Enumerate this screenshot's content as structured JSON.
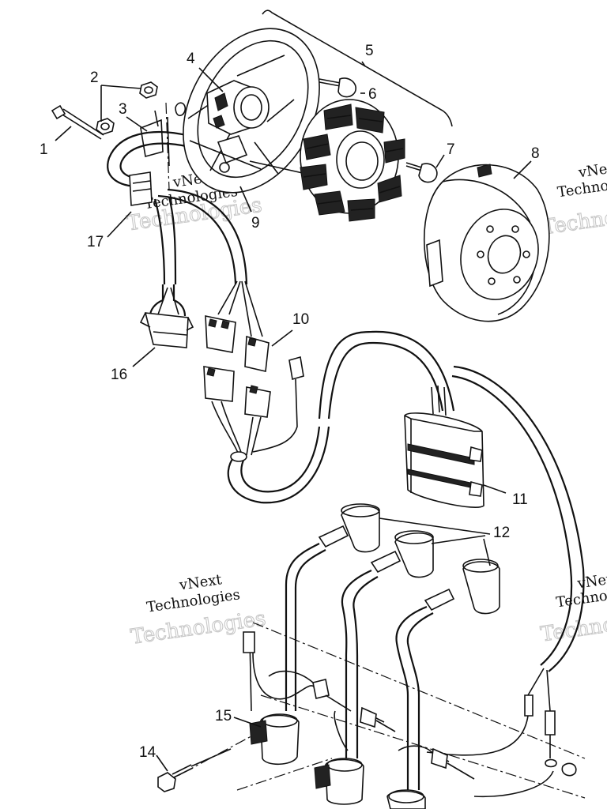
{
  "labels": {
    "l1": "1",
    "l2": "2",
    "l3": "3",
    "l4": "4",
    "l5": "5",
    "l6": "6",
    "l7": "7",
    "l8": "8",
    "l9": "9",
    "l10": "10",
    "l11": "11",
    "l12": "12",
    "l14": "14",
    "l15": "15",
    "l16": "16",
    "l17": "17"
  },
  "watermark": {
    "top": "vNext",
    "bottom": "Technologies",
    "large": "Technologies"
  },
  "colors": {
    "ink": "#111111",
    "paper": "#ffffff",
    "watermark": "#c8c8c8"
  }
}
